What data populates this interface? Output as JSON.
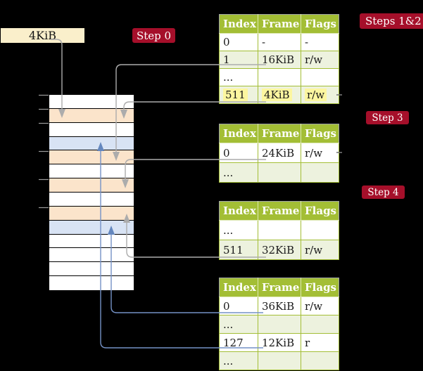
{
  "colors": {
    "background": "#000000",
    "badge_red": "#A50F2A",
    "frame_box_cream": "#FAEFCB",
    "memory_row_orange": "#FBE4CB",
    "memory_row_blue": "#D8E3F4",
    "table_header_green": "#A3BE35",
    "table_row_tint": "#EDF2DE",
    "highlight_yellow": "#FCF6A0",
    "connector_gray": "#ACACAC",
    "connector_blue": "#7491C6"
  },
  "frame_box": {
    "label": "4KiB"
  },
  "badges": {
    "step0": "Step 0",
    "steps12": "Steps 1&2",
    "step3": "Step 3",
    "step4": "Step 4"
  },
  "memory_strip": {
    "row_pattern": [
      "white",
      "orange",
      "white",
      "blue",
      "orange",
      "white",
      "orange",
      "white",
      "orange",
      "blue",
      "white",
      "white",
      "white",
      "white"
    ]
  },
  "table_headers": [
    "Index",
    "Frame",
    "Flags"
  ],
  "tables": [
    {
      "rows": [
        {
          "cells": [
            "0",
            "-",
            "-"
          ]
        },
        {
          "cells": [
            "1",
            "16KiB",
            "r/w"
          ]
        },
        {
          "cells": [
            "...",
            "",
            ""
          ]
        },
        {
          "cells": [
            "511",
            "4KiB",
            "r/w"
          ]
        }
      ]
    },
    {
      "rows": [
        {
          "cells": [
            "0",
            "24KiB",
            "r/w"
          ]
        },
        {
          "cells": [
            "...",
            "",
            ""
          ]
        }
      ]
    },
    {
      "rows": [
        {
          "cells": [
            "...",
            "",
            ""
          ]
        },
        {
          "cells": [
            "511",
            "32KiB",
            "r/w"
          ]
        }
      ]
    },
    {
      "rows": [
        {
          "cells": [
            "0",
            "36KiB",
            "r/w"
          ]
        },
        {
          "cells": [
            "...",
            "",
            ""
          ]
        },
        {
          "cells": [
            "127",
            "12KiB",
            "r"
          ]
        },
        {
          "cells": [
            "...",
            "",
            ""
          ]
        }
      ]
    }
  ]
}
